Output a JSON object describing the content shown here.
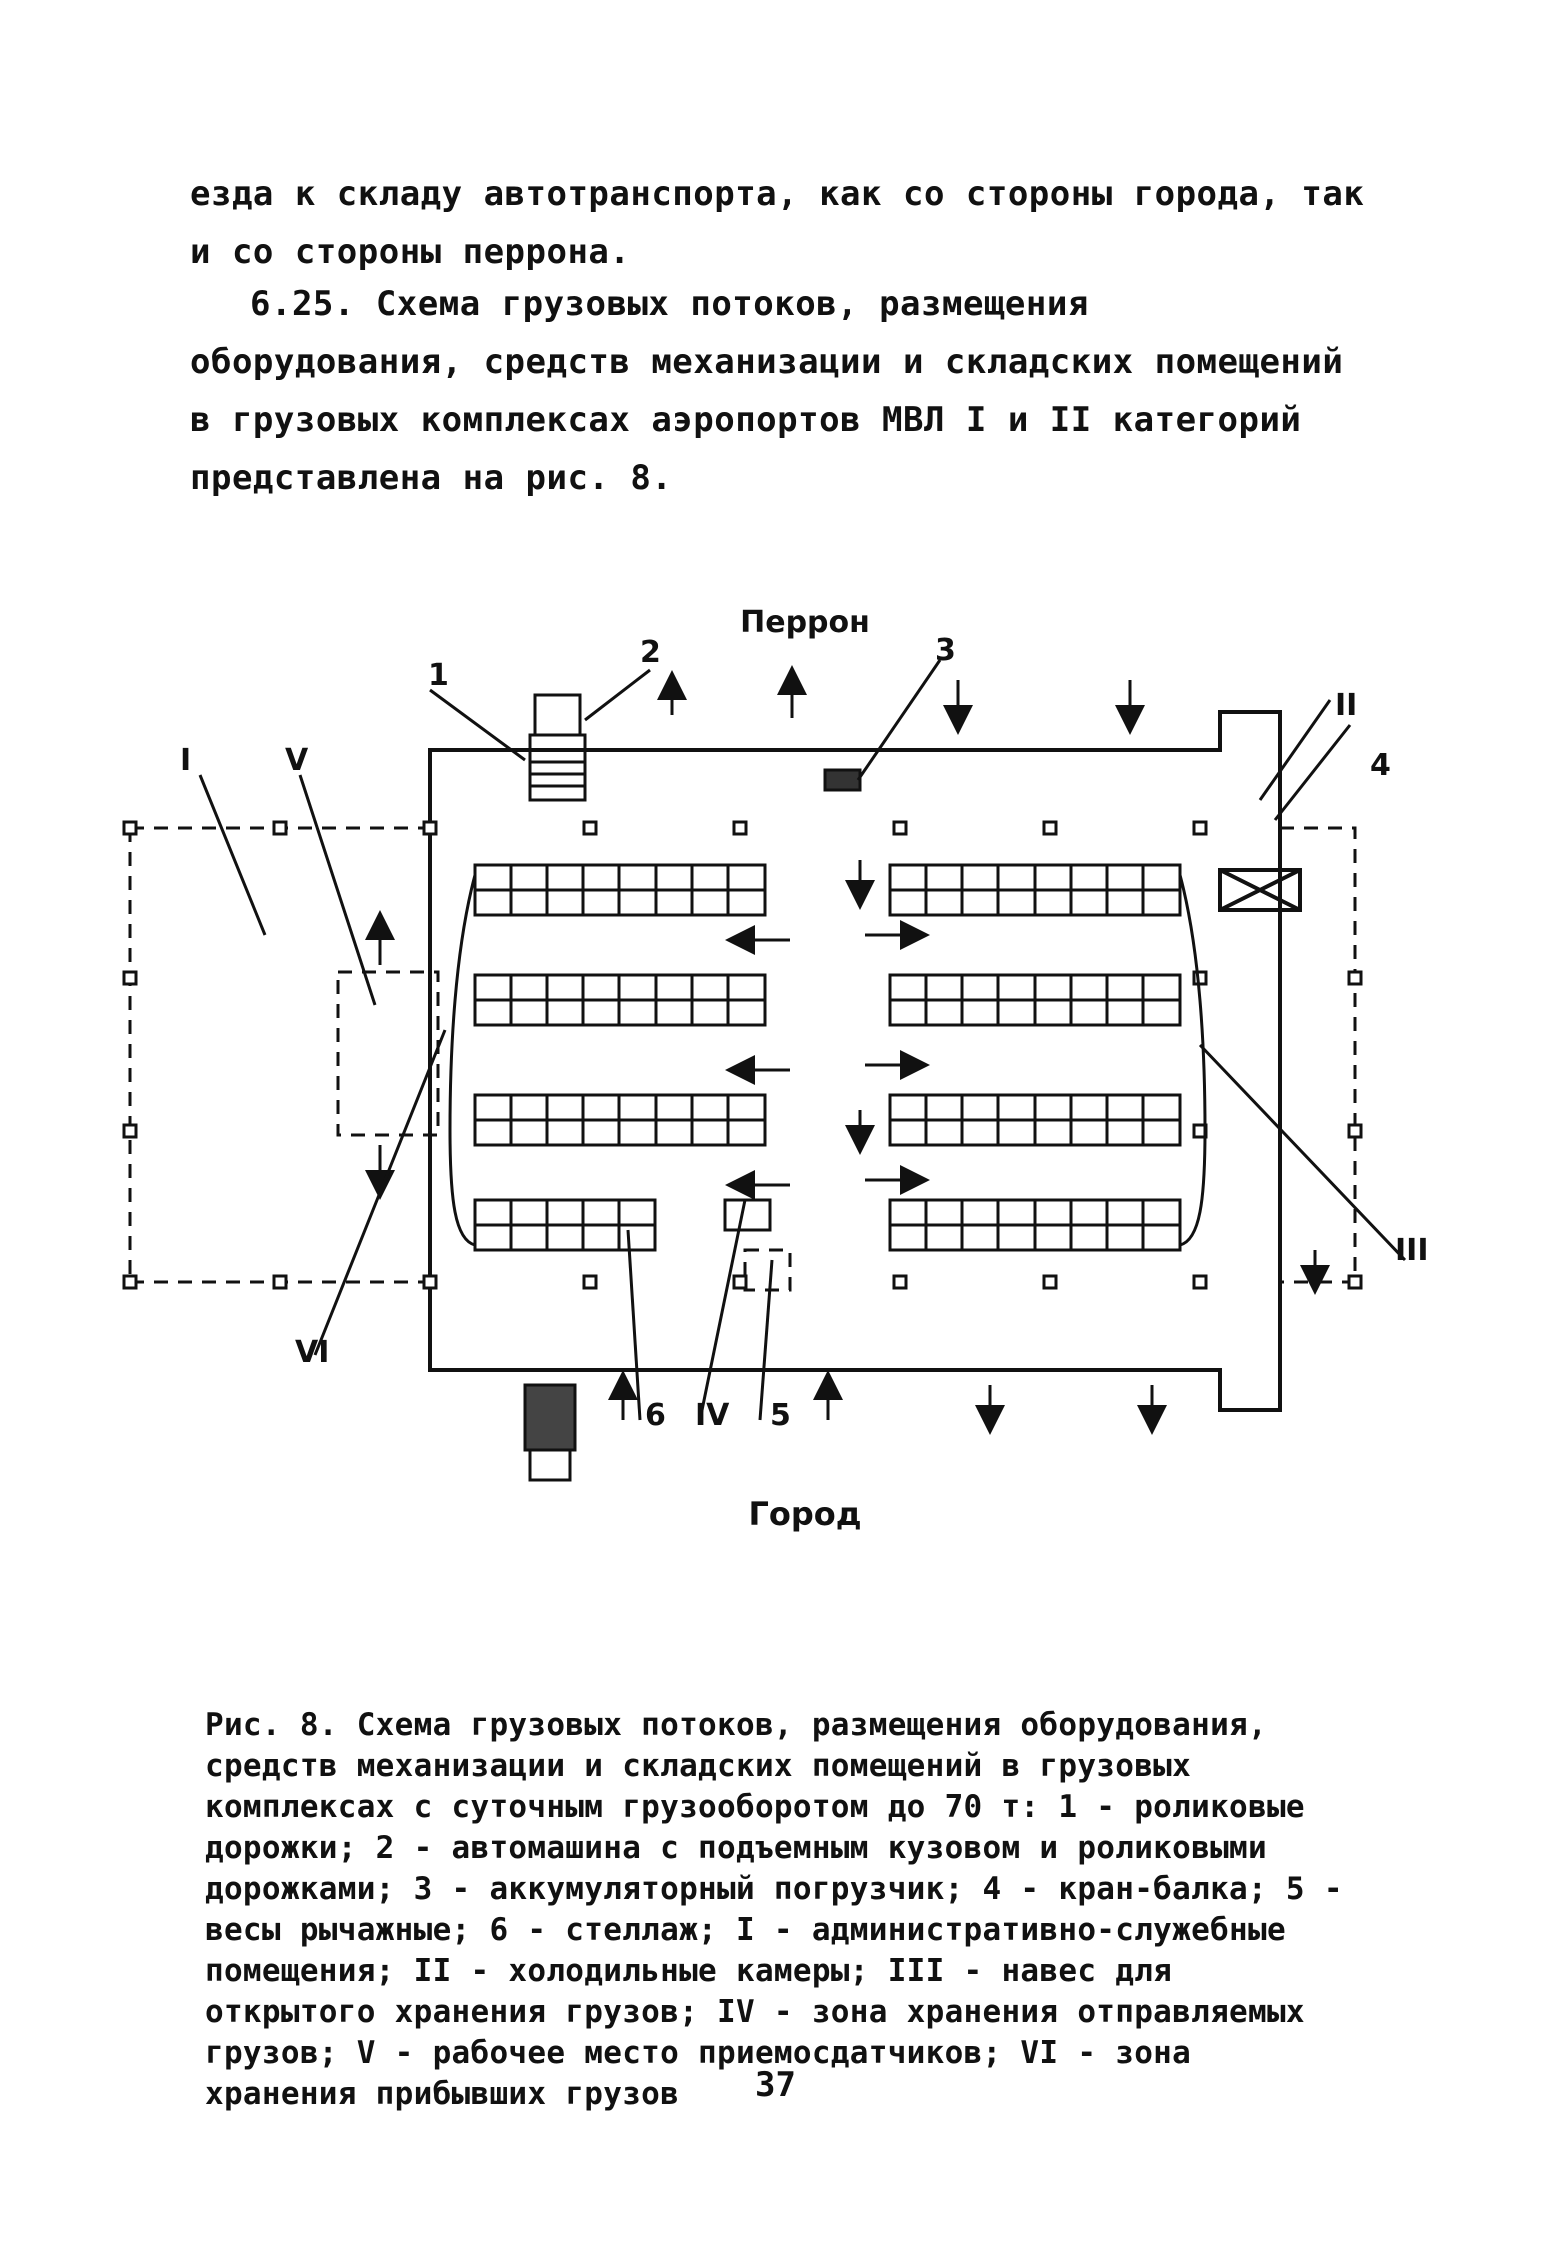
{
  "text": {
    "paragraph_1": "езда к складу автотранспорта, как со стороны города, так и со стороны перрона.",
    "paragraph_2": "6.25. Схема грузовых потоков, размещения оборудования, средств механизации и складских помещений в грузовых комплексах аэропортов МВЛ I и II категорий представлена на рис. 8.",
    "figure_labels": {
      "top": "Перрон",
      "bottom": "Город",
      "n1": "1",
      "n2": "2",
      "n3": "3",
      "n4": "4",
      "n5": "5",
      "n6": "6",
      "r1": "I",
      "r2": "II",
      "r3": "III",
      "r4": "IV",
      "r5": "V",
      "r6": "VI"
    },
    "caption": "Рис. 8. Схема грузовых потоков, размещения оборудования, средств механизации и складских помещений в грузовых комплексах с суточным грузооборотом до 70 т: 1 - роликовые дорожки; 2 - автомашина с подъемным кузовом и роликовыми дорожками; 3 - аккумуляторный погрузчик; 4 - кран-балка; 5 - весы рычажные; 6 - стеллаж; I - административно-служебные помещения; II - холодильные камеры; III - навес для открытого хранения грузов; IV - зона хранения отправляемых грузов; V - рабочее место приемосдатчиков; VI - зона хранения прибывших грузов",
    "page_number": "37"
  }
}
